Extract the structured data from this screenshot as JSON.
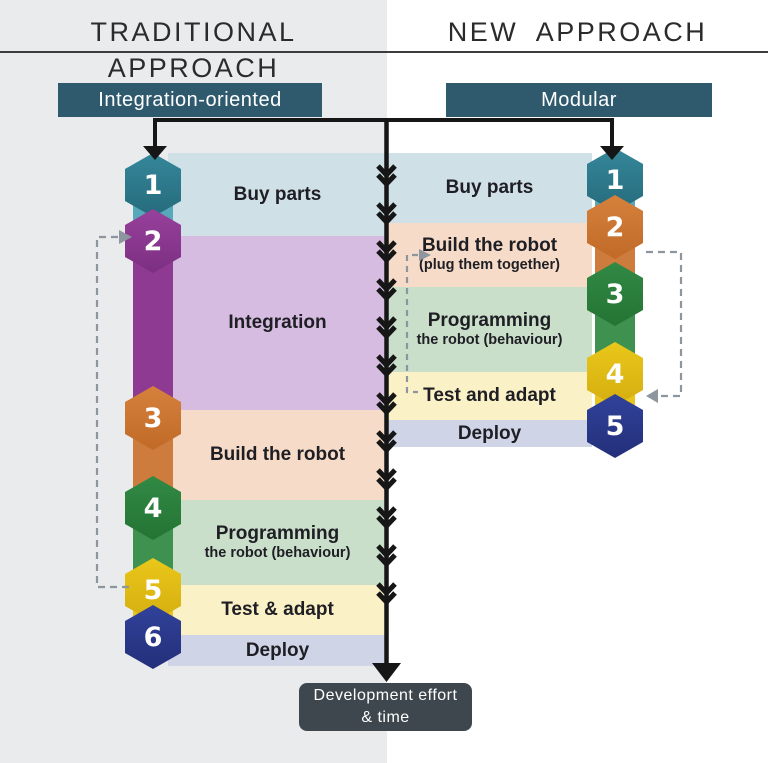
{
  "header": {
    "left_title": "TRADITIONAL APPROACH",
    "right_title": "NEW APPROACH"
  },
  "left": {
    "banner": "Integration-oriented",
    "steps": [
      {
        "num": "1",
        "label": "Buy parts"
      },
      {
        "num": "2",
        "label": "Integration"
      },
      {
        "num": "3",
        "label": "Build the robot"
      },
      {
        "num": "4",
        "label": "Programming",
        "sublabel": "the robot (behaviour)"
      },
      {
        "num": "5",
        "label": "Test & adapt"
      },
      {
        "num": "6",
        "label": "Deploy"
      }
    ]
  },
  "right": {
    "banner": "Modular",
    "steps": [
      {
        "num": "1",
        "label": "Buy parts"
      },
      {
        "num": "2",
        "label": "Build the robot",
        "sublabel": "(plug them together)"
      },
      {
        "num": "3",
        "label": "Programming",
        "sublabel": "the robot (behaviour)"
      },
      {
        "num": "4",
        "label": "Test and adapt"
      },
      {
        "num": "5",
        "label": "Deploy"
      }
    ]
  },
  "effort_box": {
    "line1": "Development effort",
    "line2": "& time"
  },
  "colors": {
    "left_background": "#e9ebec",
    "banner_teal": "#2f5a6d",
    "hex_teal": "#2d7d8f",
    "hex_purple": "#8e3a93",
    "hex_orange": "#cc7434",
    "hex_green": "#2e8740",
    "hex_yellow": "#e3bb16",
    "hex_blue": "#2c3b8c",
    "band_blue": "#cfe1e6",
    "band_purple": "#d5bce0",
    "band_peach": "#f6dcc8",
    "band_green": "#c9dfca",
    "band_yellow": "#faf1c6",
    "band_lavender": "#cfd4e6",
    "connector_black": "#161616",
    "dashed_gray": "#8d959e",
    "effort_box_bg": "#3f474e"
  }
}
